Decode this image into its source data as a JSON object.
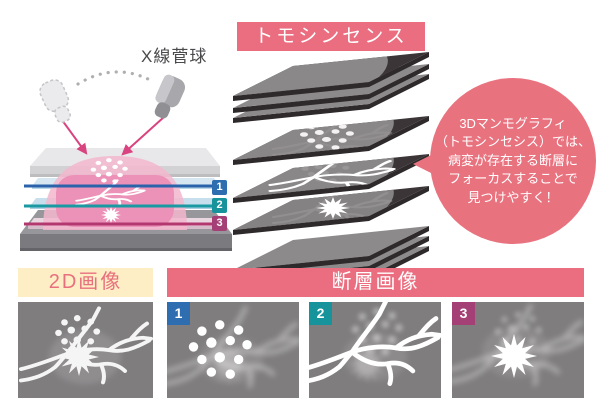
{
  "xray": {
    "label": "X線菅球",
    "layers": [
      {
        "num": "1",
        "color": "#2d6db0"
      },
      {
        "num": "2",
        "color": "#17939b"
      },
      {
        "num": "3",
        "color": "#a54077"
      }
    ],
    "feature_icons": [
      "dots-cluster-icon",
      "branching-lines-icon",
      "starburst-icon"
    ]
  },
  "tomo": {
    "title": "トモシンセンス"
  },
  "bubble": {
    "lines": [
      "3Dマンモグラフィ",
      "（トモシンセシス）では、",
      "病変が存在する断層に",
      "フォーカスすることで",
      "見つけやすく！"
    ]
  },
  "bottom": {
    "label_2d": "2D画像",
    "header_tomo": "断層画像",
    "slices": [
      {
        "num": "1",
        "feature_icon": "dots-cluster-icon"
      },
      {
        "num": "2",
        "feature_icon": "branching-lines-icon"
      },
      {
        "num": "3",
        "feature_icon": "starburst-icon"
      }
    ]
  },
  "colors": {
    "accent_pink": "#ea6e7f",
    "cream": "#fdeec5",
    "label_pink": "#e8707e",
    "badge_blue": "#2d6db0",
    "badge_teal": "#17939b",
    "badge_magenta": "#a54077",
    "image_gray": "#7f7d7e",
    "layer_dark": "#3b3537",
    "beam_pink": "#d9437f"
  }
}
